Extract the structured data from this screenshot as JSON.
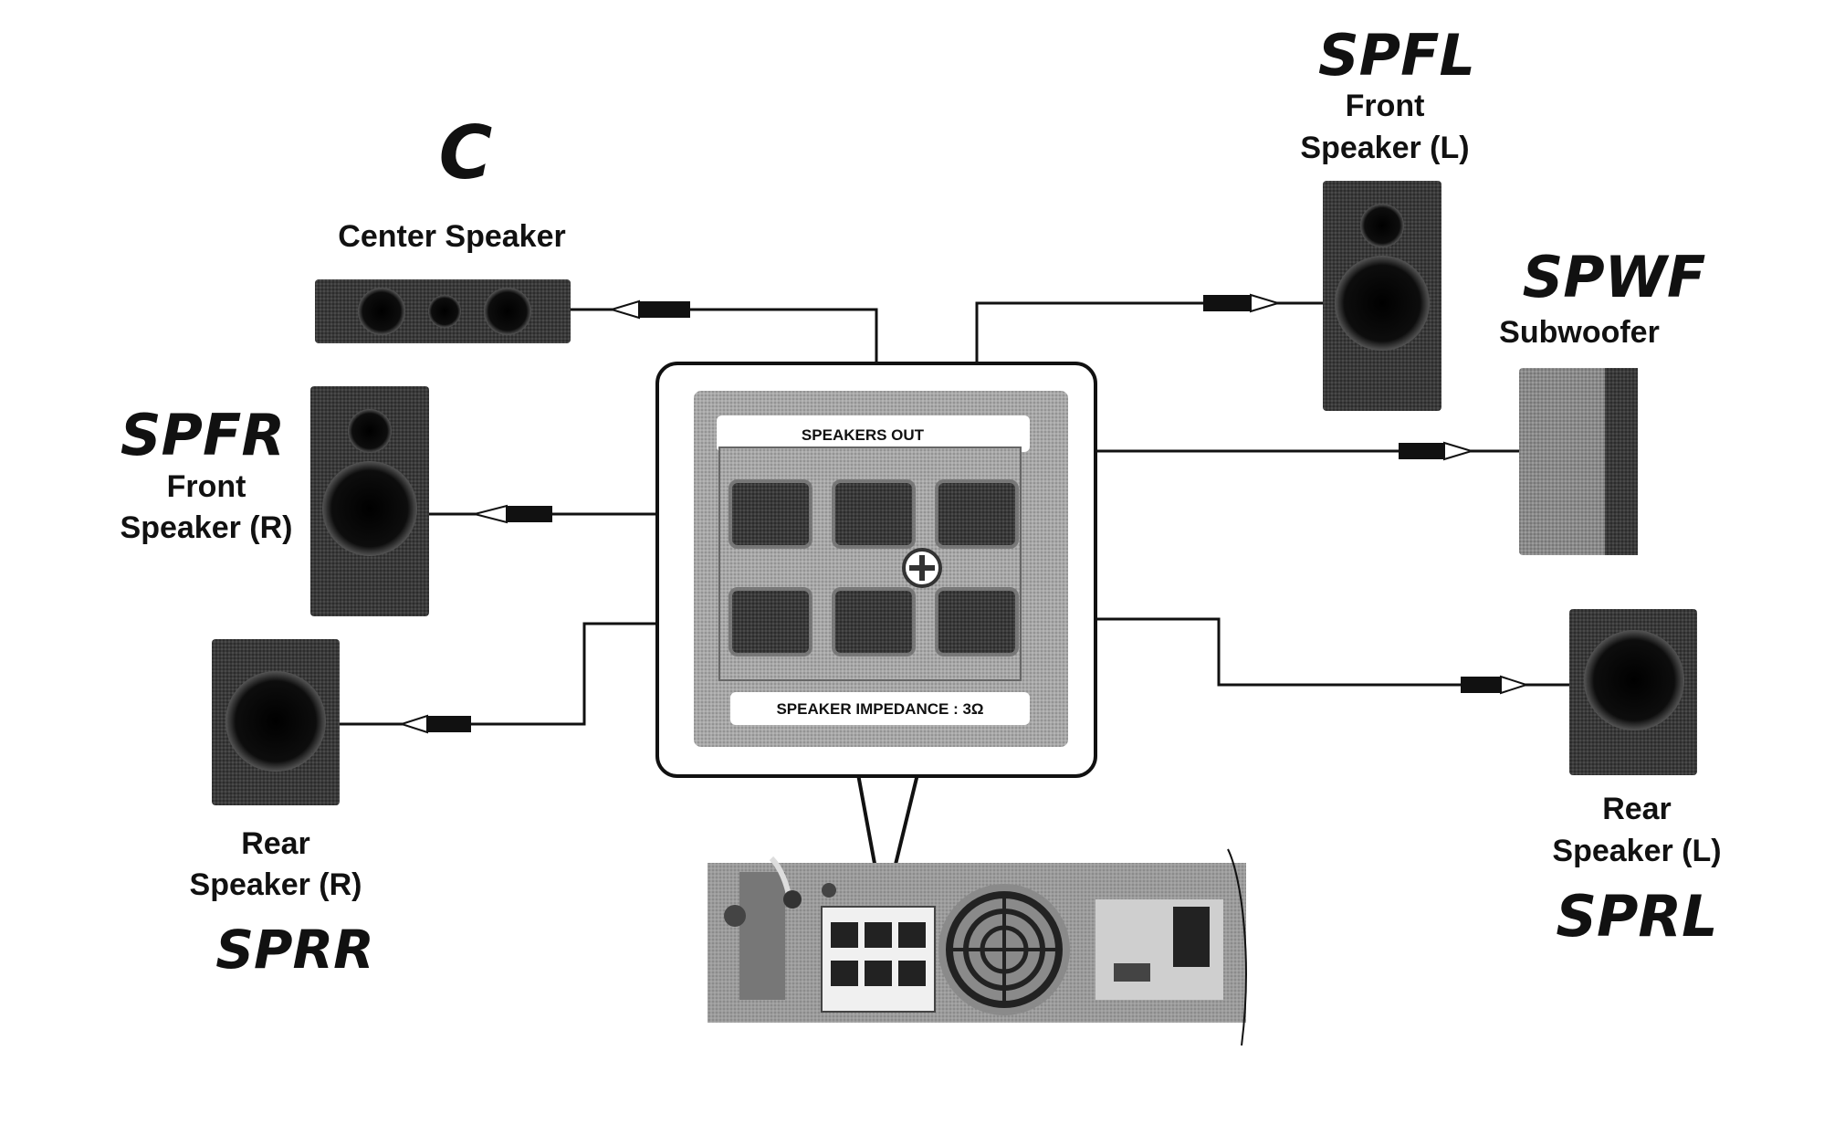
{
  "speakers": {
    "center": {
      "name": "Center Speaker",
      "code": "C"
    },
    "front_left": {
      "name_line1": "Front",
      "name_line2": "Speaker (L)",
      "code": "SPFL"
    },
    "subwoofer": {
      "name": "Subwoofer",
      "code": "SPWF"
    },
    "front_right": {
      "name_line1": "Front",
      "name_line2": "Speaker (R)",
      "code": "SPFR"
    },
    "rear_right": {
      "name_line1": "Rear",
      "name_line2": "Speaker (R)",
      "code": "SPRR"
    },
    "rear_left": {
      "name_line1": "Rear",
      "name_line2": "Speaker (L)",
      "code": "SPRL"
    }
  },
  "panel": {
    "title": "SPEAKERS OUT",
    "impedance": "SPEAKER IMPEDANCE : 3Ω"
  },
  "colors": {
    "ink": "#111111",
    "panel_gray": "#9a9a9a",
    "terminal_dark": "#1a1a1a",
    "speaker_body": "#2e2e2e"
  }
}
